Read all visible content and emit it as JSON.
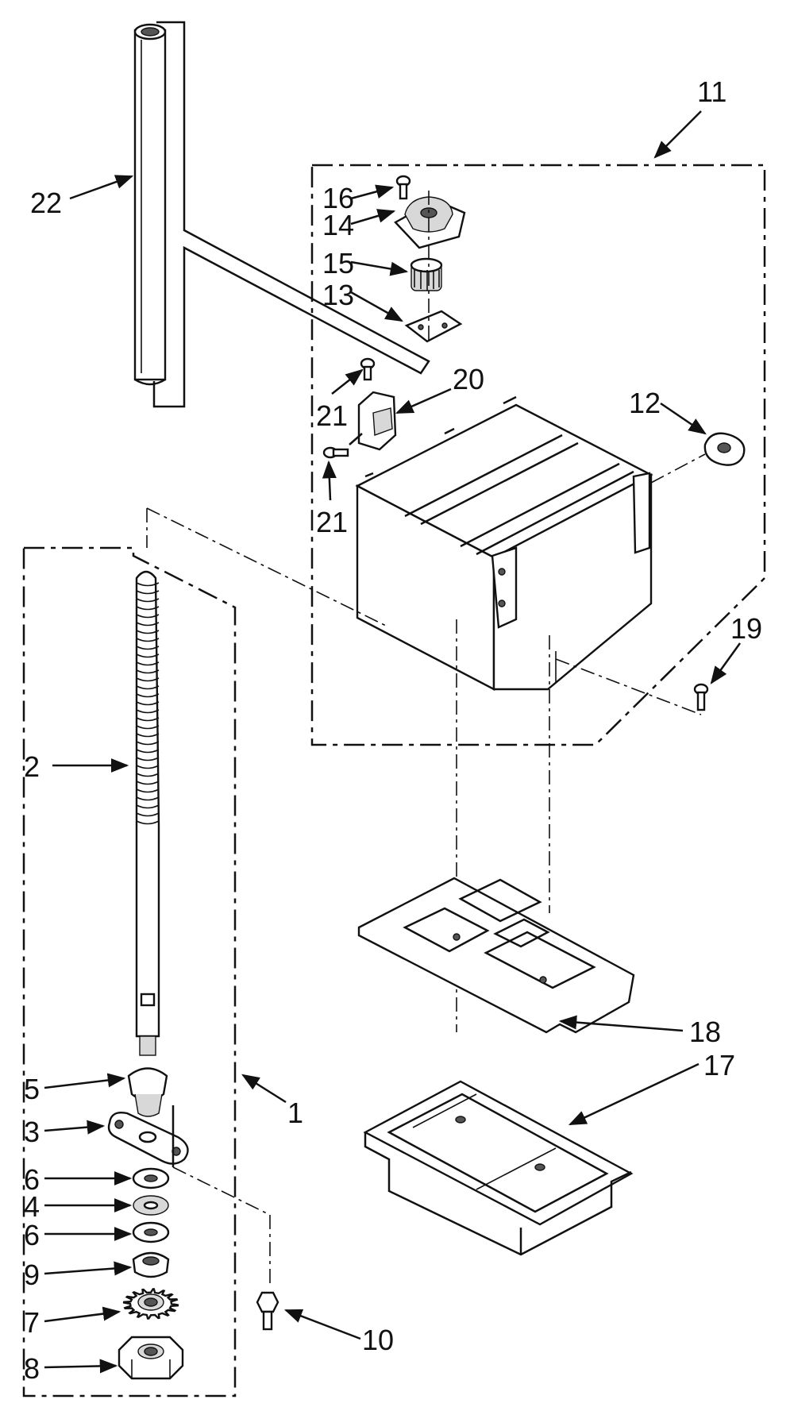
{
  "callouts": {
    "c1": "1",
    "c2": "2",
    "c3": "3",
    "c4": "4",
    "c5": "5",
    "c6a": "6",
    "c6b": "6",
    "c7": "7",
    "c8": "8",
    "c9": "9",
    "c10": "10",
    "c11": "11",
    "c12": "12",
    "c13": "13",
    "c14": "14",
    "c15": "15",
    "c16": "16",
    "c17": "17",
    "c18": "18",
    "c19": "19",
    "c20": "20",
    "c21a": "21",
    "c21b": "21",
    "c22": "22"
  }
}
